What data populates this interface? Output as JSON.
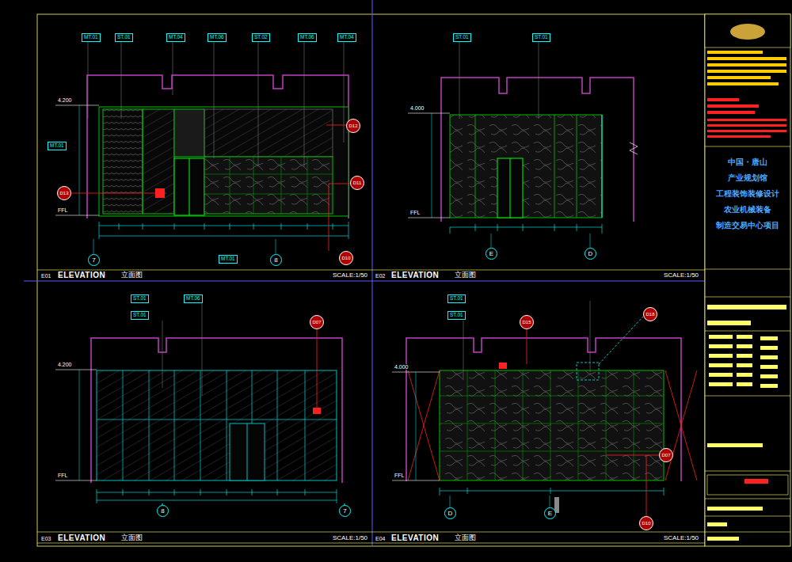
{
  "diagram": {
    "nodes": [
      {
        "text": [
          "中国・唐山",
          "产业规划馆",
          "工程装饰装修设计",
          "农业机械装备",
          "制造交易中心项目"
        ]
      }
    ],
    "labels": [
      "MT.01",
      "ST.01",
      "MT.04",
      "MT.06",
      "ST.02",
      "MT.06",
      "MT.04",
      "4.200",
      "FFL",
      "MT.01",
      "D12",
      "D13",
      "D11",
      "D10",
      "MT.01",
      "7",
      "8",
      "E01",
      "ELEVATION",
      "立面图",
      "SCALE:1/50",
      "ST.01",
      "ST.01",
      "4.000",
      "FFL",
      "E",
      "D",
      "E02",
      "ELEVATION",
      "立面图",
      "SCALE:1/50",
      "ST.01",
      "ST.01",
      "MT.06",
      "D07",
      "4.200",
      "FFL",
      "8",
      "7",
      "E03",
      "ELEVATION",
      "立面图",
      "SCALE:1/50",
      "ST.01",
      "ST.01",
      "D15",
      "D18",
      "D07",
      "D10",
      "4.000",
      "FFL",
      "D",
      "E",
      "E04",
      "ELEVATION",
      "立面图",
      "SCALE:1/50"
    ]
  }
}
